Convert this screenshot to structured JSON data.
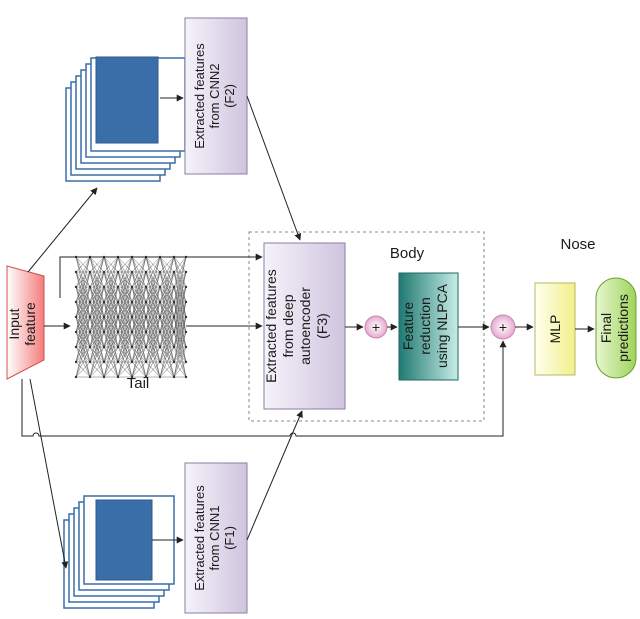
{
  "labels": {
    "input_line1": "Input",
    "input_line2": "feature",
    "cnn2_line1": "Extracted features",
    "cnn2_line2": "from CNN2",
    "cnn2_line3": "(F2)",
    "cnn1_line1": "Extracted features",
    "cnn1_line2": "from CNN1",
    "cnn1_line3": "(F1)",
    "ae_line1": "Extracted features",
    "ae_line2": "from deep",
    "ae_line3": "autoencoder",
    "ae_line4": "(F3)",
    "nlpca_line1": "Feature",
    "nlpca_line2": "reduction",
    "nlpca_line3": "using NLPCA",
    "mlp": "MLP",
    "final_line1": "Final",
    "final_line2": "predictions",
    "plus1": "+",
    "plus2": "+",
    "tail": "Tail",
    "body": "Body",
    "nose": "Nose"
  },
  "colors": {
    "input": "#f47c7c",
    "feature_map": "#3a6ea8",
    "cnn_box": "#e8e2f0",
    "nlpca": "#1f7a72",
    "mlp": "#fafac0",
    "final": "#b8e07a",
    "plus": "#f2c6e0"
  }
}
